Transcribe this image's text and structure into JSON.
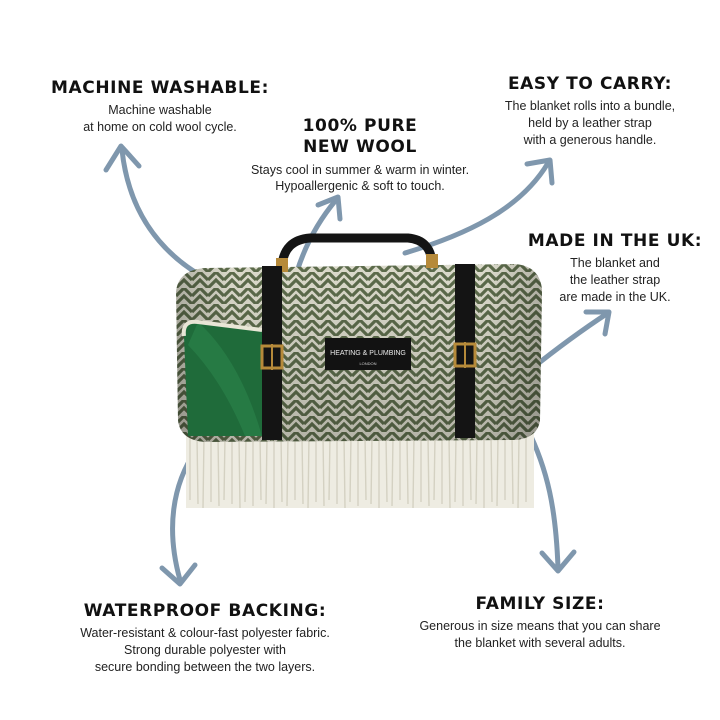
{
  "features": {
    "machine_washable": {
      "title": "MACHINE WASHABLE:",
      "lines": [
        "Machine washable",
        "at home on cold wool cycle."
      ]
    },
    "pure_wool": {
      "title_lines": [
        "100% PURE",
        "NEW WOOL"
      ],
      "lines": [
        "Stays cool in summer & warm in winter.",
        "Hypoallergenic & soft to touch."
      ]
    },
    "easy_to_carry": {
      "title": "EASY TO CARRY:",
      "lines": [
        "The blanket rolls into a bundle,",
        "held by a leather strap",
        "with a generous handle."
      ]
    },
    "made_in_uk": {
      "title": "MADE IN THE UK:",
      "lines": [
        "The blanket and",
        "the leather strap",
        "are made in the UK."
      ]
    },
    "waterproof_backing": {
      "title": "WATERPROOF BACKING:",
      "lines": [
        "Water-resistant & colour-fast polyester fabric.",
        "Strong durable polyester with",
        "secure bonding between the two layers."
      ]
    },
    "family_size": {
      "title": "FAMILY SIZE:",
      "lines": [
        "Generous in size means that you can share",
        "the blanket with several adults."
      ]
    }
  },
  "product": {
    "label_brand": "HEATING & PLUMBING",
    "label_city": "LONDON"
  },
  "colors": {
    "arrow": "#7f97ad",
    "wool_green": "#6b7a5a",
    "wool_cream": "#e9e7da",
    "backing_green": "#1f6b3a",
    "leather": "#141414",
    "buckle": "#b68a3a"
  }
}
